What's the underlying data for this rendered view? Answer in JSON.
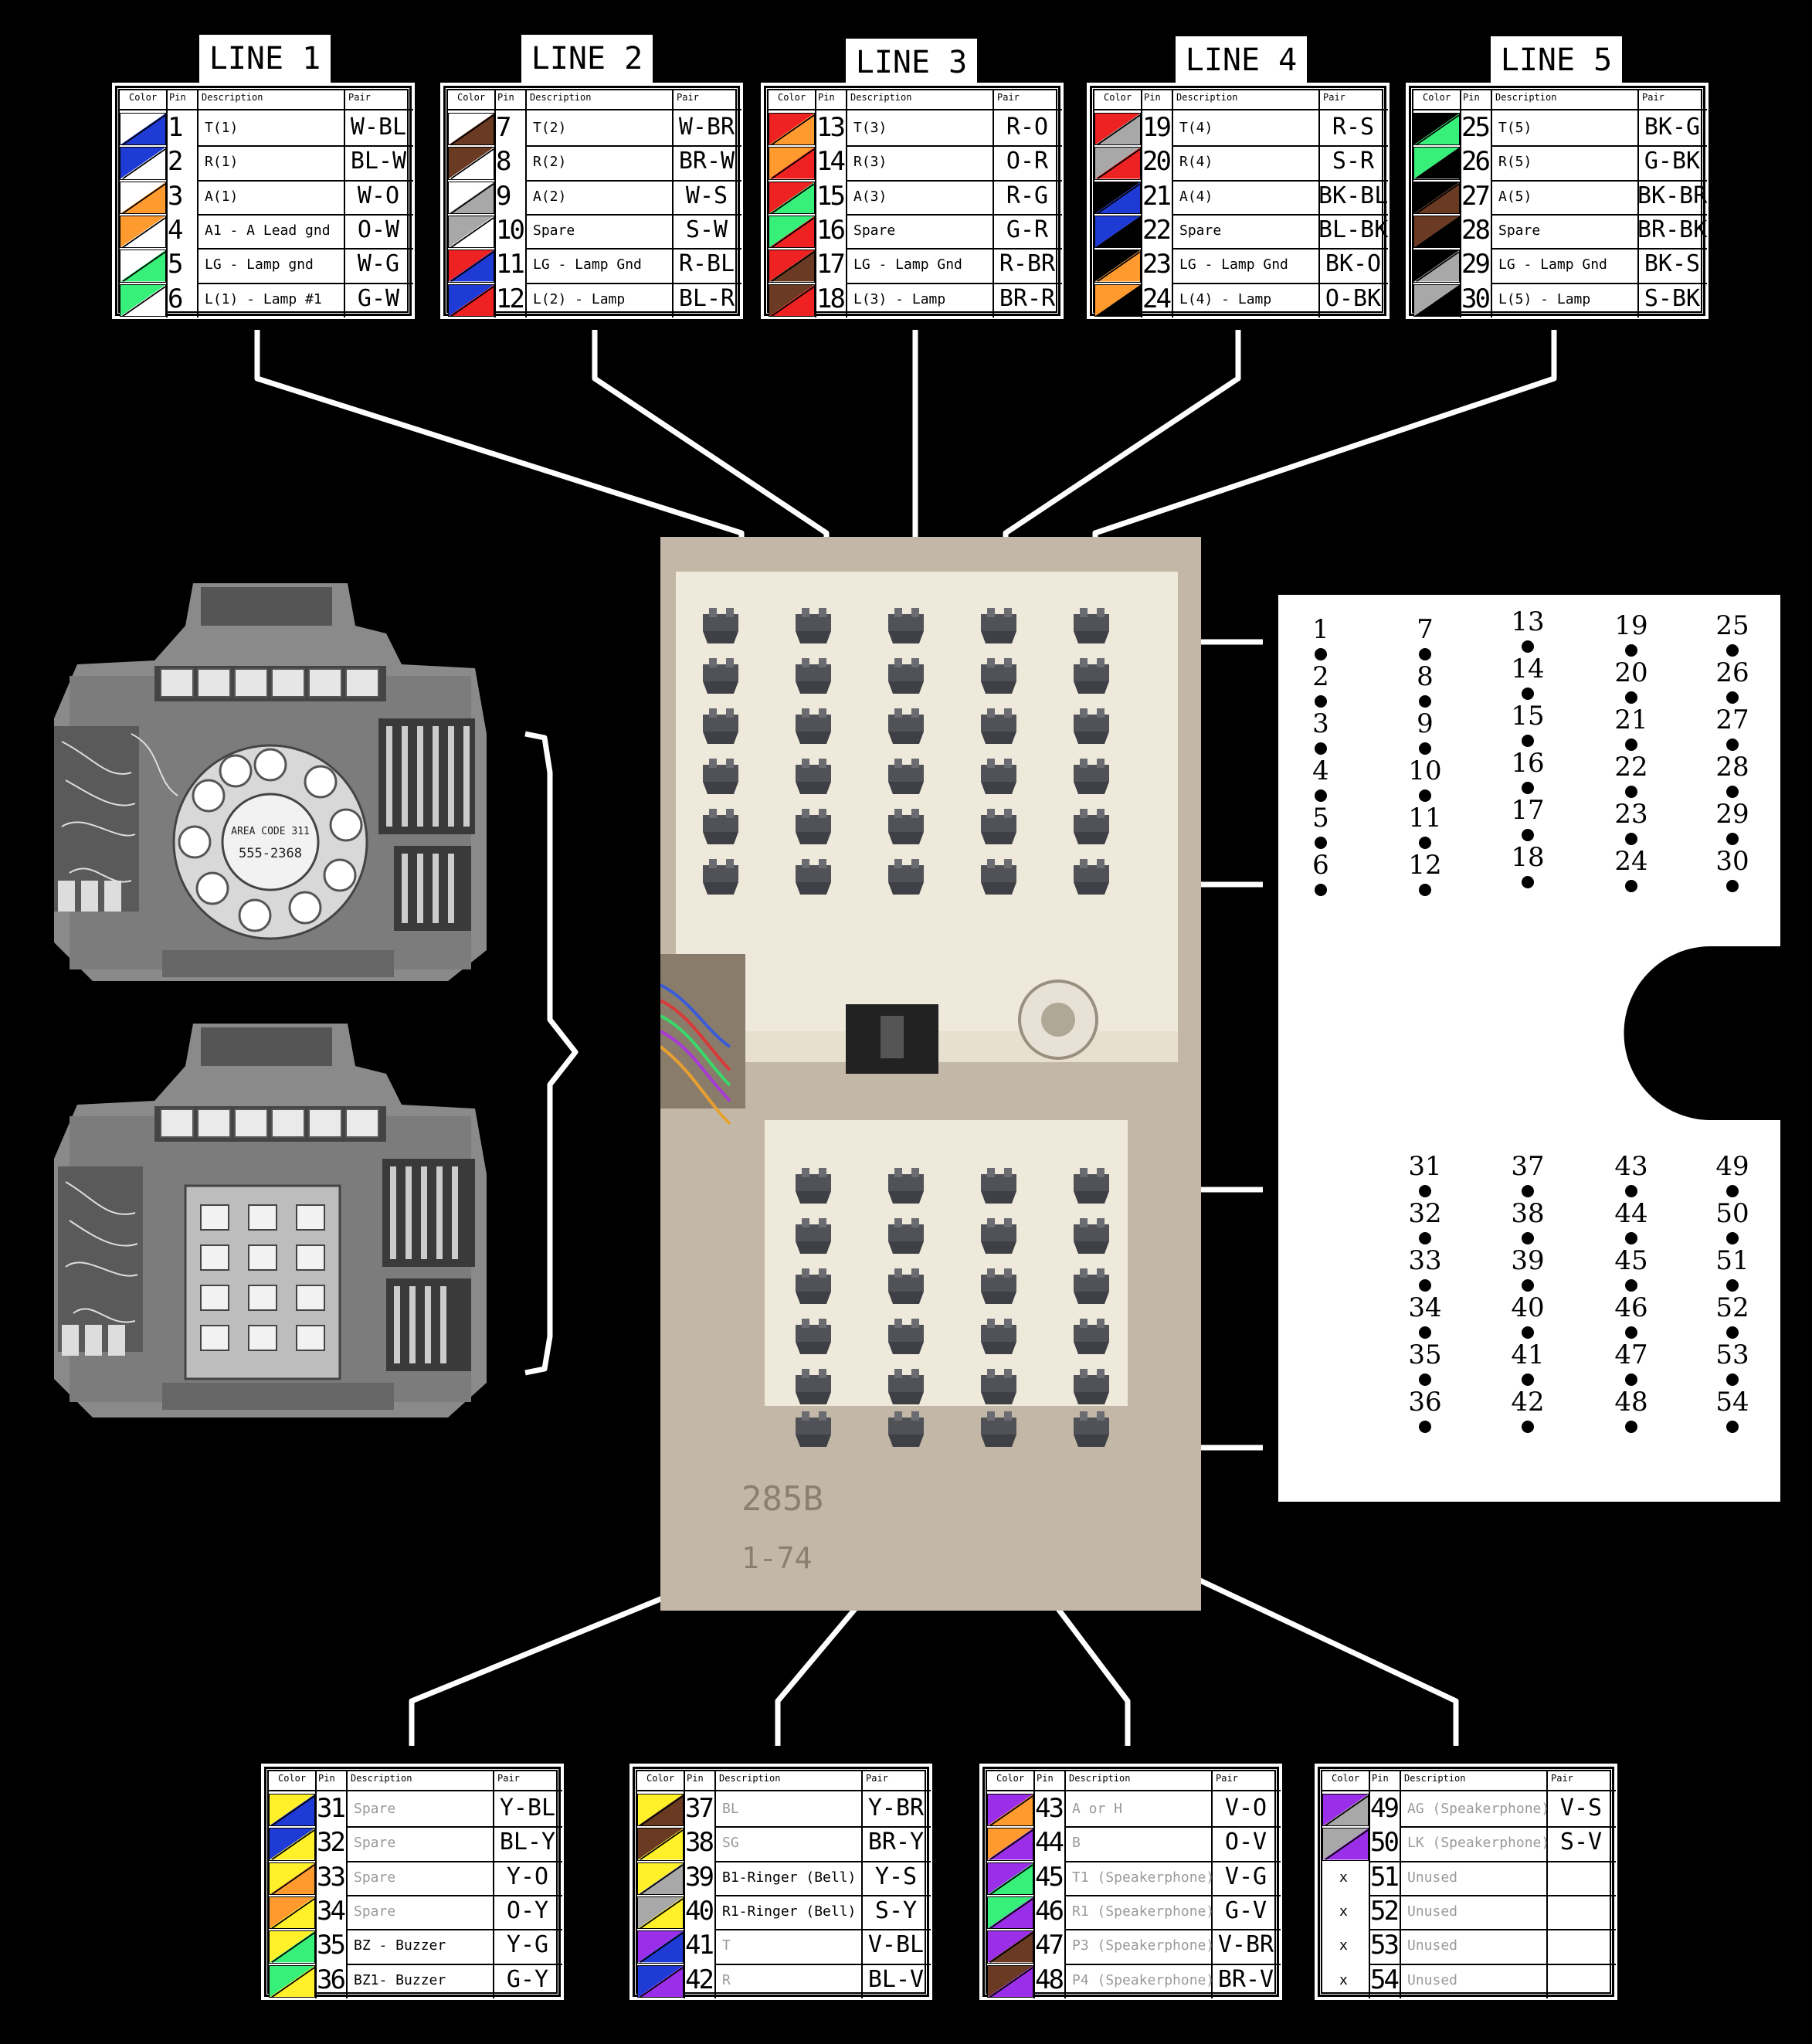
{
  "table_header": {
    "color": "Color",
    "pin": "Pin",
    "description": "Description",
    "pair": "Pair"
  },
  "line_titles": [
    "LINE 1",
    "LINE 2",
    "LINE 3",
    "LINE 4",
    "LINE 5"
  ],
  "colors": {
    "W": "#ffffff",
    "BL": "#1f3bd6",
    "O": "#ff9a2e",
    "G": "#37f07a",
    "BR": "#6b3a22",
    "S": "#a8a8a8",
    "R": "#ee2222",
    "BK": "#000000",
    "Y": "#fff02a",
    "V": "#9b2ee8"
  },
  "tables": [
    {
      "rows": [
        {
          "pin": "1",
          "desc": "T(1)",
          "pair": "W-BL",
          "c": [
            "W",
            "BL"
          ]
        },
        {
          "pin": "2",
          "desc": "R(1)",
          "pair": "BL-W",
          "c": [
            "BL",
            "W"
          ]
        },
        {
          "pin": "3",
          "desc": "A(1)",
          "pair": "W-O",
          "c": [
            "W",
            "O"
          ]
        },
        {
          "pin": "4",
          "desc": "A1 - A Lead gnd",
          "pair": "O-W",
          "c": [
            "O",
            "W"
          ]
        },
        {
          "pin": "5",
          "desc": "LG - Lamp gnd",
          "pair": "W-G",
          "c": [
            "W",
            "G"
          ]
        },
        {
          "pin": "6",
          "desc": "L(1) - Lamp #1",
          "pair": "G-W",
          "c": [
            "G",
            "W"
          ]
        }
      ]
    },
    {
      "rows": [
        {
          "pin": "7",
          "desc": "T(2)",
          "pair": "W-BR",
          "c": [
            "W",
            "BR"
          ]
        },
        {
          "pin": "8",
          "desc": "R(2)",
          "pair": "BR-W",
          "c": [
            "BR",
            "W"
          ]
        },
        {
          "pin": "9",
          "desc": "A(2)",
          "pair": "W-S",
          "c": [
            "W",
            "S"
          ]
        },
        {
          "pin": "10",
          "desc": "Spare",
          "pair": "S-W",
          "c": [
            "S",
            "W"
          ]
        },
        {
          "pin": "11",
          "desc": "LG - Lamp Gnd",
          "pair": "R-BL",
          "c": [
            "R",
            "BL"
          ]
        },
        {
          "pin": "12",
          "desc": "L(2) - Lamp",
          "pair": "BL-R",
          "c": [
            "BL",
            "R"
          ]
        }
      ]
    },
    {
      "rows": [
        {
          "pin": "13",
          "desc": "T(3)",
          "pair": "R-O",
          "c": [
            "R",
            "O"
          ]
        },
        {
          "pin": "14",
          "desc": "R(3)",
          "pair": "O-R",
          "c": [
            "O",
            "R"
          ]
        },
        {
          "pin": "15",
          "desc": "A(3)",
          "pair": "R-G",
          "c": [
            "R",
            "G"
          ]
        },
        {
          "pin": "16",
          "desc": "Spare",
          "pair": "G-R",
          "c": [
            "G",
            "R"
          ]
        },
        {
          "pin": "17",
          "desc": "LG - Lamp Gnd",
          "pair": "R-BR",
          "c": [
            "R",
            "BR"
          ]
        },
        {
          "pin": "18",
          "desc": "L(3) - Lamp",
          "pair": "BR-R",
          "c": [
            "BR",
            "R"
          ]
        }
      ]
    },
    {
      "rows": [
        {
          "pin": "19",
          "desc": "T(4)",
          "pair": "R-S",
          "c": [
            "R",
            "S"
          ]
        },
        {
          "pin": "20",
          "desc": "R(4)",
          "pair": "S-R",
          "c": [
            "S",
            "R"
          ]
        },
        {
          "pin": "21",
          "desc": "A(4)",
          "pair": "BK-BL",
          "c": [
            "BK",
            "BL"
          ]
        },
        {
          "pin": "22",
          "desc": "Spare",
          "pair": "BL-BK",
          "c": [
            "BL",
            "BK"
          ]
        },
        {
          "pin": "23",
          "desc": "LG - Lamp Gnd",
          "pair": "BK-O",
          "c": [
            "BK",
            "O"
          ]
        },
        {
          "pin": "24",
          "desc": "L(4) - Lamp",
          "pair": "O-BK",
          "c": [
            "O",
            "BK"
          ]
        }
      ]
    },
    {
      "rows": [
        {
          "pin": "25",
          "desc": "T(5)",
          "pair": "BK-G",
          "c": [
            "BK",
            "G"
          ]
        },
        {
          "pin": "26",
          "desc": "R(5)",
          "pair": "G-BK",
          "c": [
            "G",
            "BK"
          ]
        },
        {
          "pin": "27",
          "desc": "A(5)",
          "pair": "BK-BR",
          "c": [
            "BK",
            "BR"
          ]
        },
        {
          "pin": "28",
          "desc": "Spare",
          "pair": "BR-BK",
          "c": [
            "BR",
            "BK"
          ]
        },
        {
          "pin": "29",
          "desc": "LG - Lamp Gnd",
          "pair": "BK-S",
          "c": [
            "BK",
            "S"
          ]
        },
        {
          "pin": "30",
          "desc": "L(5) - Lamp",
          "pair": "S-BK",
          "c": [
            "S",
            "BK"
          ]
        }
      ]
    },
    {
      "rows": [
        {
          "pin": "31",
          "desc": "Spare",
          "pair": "Y-BL",
          "c": [
            "Y",
            "BL"
          ],
          "g": true
        },
        {
          "pin": "32",
          "desc": "Spare",
          "pair": "BL-Y",
          "c": [
            "BL",
            "Y"
          ],
          "g": true
        },
        {
          "pin": "33",
          "desc": "Spare",
          "pair": "Y-O",
          "c": [
            "Y",
            "O"
          ],
          "g": true
        },
        {
          "pin": "34",
          "desc": "Spare",
          "pair": "O-Y",
          "c": [
            "O",
            "Y"
          ],
          "g": true
        },
        {
          "pin": "35",
          "desc": "BZ - Buzzer",
          "pair": "Y-G",
          "c": [
            "Y",
            "G"
          ]
        },
        {
          "pin": "36",
          "desc": "BZ1- Buzzer",
          "pair": "G-Y",
          "c": [
            "G",
            "Y"
          ]
        }
      ]
    },
    {
      "rows": [
        {
          "pin": "37",
          "desc": "BL",
          "pair": "Y-BR",
          "c": [
            "Y",
            "BR"
          ],
          "g": true
        },
        {
          "pin": "38",
          "desc": "SG",
          "pair": "BR-Y",
          "c": [
            "BR",
            "Y"
          ],
          "g": true
        },
        {
          "pin": "39",
          "desc": "B1-Ringer (Bell)",
          "pair": "Y-S",
          "c": [
            "Y",
            "S"
          ]
        },
        {
          "pin": "40",
          "desc": "R1-Ringer (Bell)",
          "pair": "S-Y",
          "c": [
            "S",
            "Y"
          ]
        },
        {
          "pin": "41",
          "desc": "T",
          "pair": "V-BL",
          "c": [
            "V",
            "BL"
          ],
          "g": true
        },
        {
          "pin": "42",
          "desc": "R",
          "pair": "BL-V",
          "c": [
            "BL",
            "V"
          ],
          "g": true
        }
      ]
    },
    {
      "rows": [
        {
          "pin": "43",
          "desc": "A or H",
          "pair": "V-O",
          "c": [
            "V",
            "O"
          ],
          "g": true
        },
        {
          "pin": "44",
          "desc": "B",
          "pair": "O-V",
          "c": [
            "O",
            "V"
          ],
          "g": true
        },
        {
          "pin": "45",
          "desc": "T1 (Speakerphone)",
          "pair": "V-G",
          "c": [
            "V",
            "G"
          ],
          "g": true
        },
        {
          "pin": "46",
          "desc": "R1 (Speakerphone)",
          "pair": "G-V",
          "c": [
            "G",
            "V"
          ],
          "g": true
        },
        {
          "pin": "47",
          "desc": "P3 (Speakerphone)",
          "pair": "V-BR",
          "c": [
            "V",
            "BR"
          ],
          "g": true
        },
        {
          "pin": "48",
          "desc": "P4 (Speakerphone)",
          "pair": "BR-V",
          "c": [
            "BR",
            "V"
          ],
          "g": true
        }
      ]
    },
    {
      "rows": [
        {
          "pin": "49",
          "desc": "AG (Speakerphone)",
          "pair": "V-S",
          "c": [
            "V",
            "S"
          ],
          "g": true
        },
        {
          "pin": "50",
          "desc": "LK (Speakerphone)",
          "pair": "S-V",
          "c": [
            "S",
            "V"
          ],
          "g": true
        },
        {
          "pin": "51",
          "desc": "Unused",
          "pair": "",
          "x": "x",
          "g": true
        },
        {
          "pin": "52",
          "desc": "Unused",
          "pair": "",
          "x": "x",
          "g": true
        },
        {
          "pin": "53",
          "desc": "Unused",
          "pair": "",
          "x": "x",
          "g": true
        },
        {
          "pin": "54",
          "desc": "Unused",
          "pair": "",
          "x": "x",
          "g": true
        }
      ]
    }
  ],
  "photo": {
    "part_number": "285B",
    "date_code": "1-74"
  },
  "dial_card": {
    "line1": "AREA CODE 311",
    "line2": "555-2368"
  },
  "pin_map_columns": [
    [
      "1",
      "2",
      "3",
      "4",
      "5",
      "6"
    ],
    [
      "7",
      "8",
      "9",
      "10",
      "11",
      "12"
    ],
    [
      "13",
      "14",
      "15",
      "16",
      "17",
      "18"
    ],
    [
      "19",
      "20",
      "21",
      "22",
      "23",
      "24"
    ],
    [
      "25",
      "26",
      "27",
      "28",
      "29",
      "30"
    ],
    [
      "31",
      "32",
      "33",
      "34",
      "35",
      "36"
    ],
    [
      "37",
      "38",
      "39",
      "40",
      "41",
      "42"
    ],
    [
      "43",
      "44",
      "45",
      "46",
      "47",
      "48"
    ],
    [
      "49",
      "50",
      "51",
      "52",
      "53",
      "54"
    ]
  ]
}
